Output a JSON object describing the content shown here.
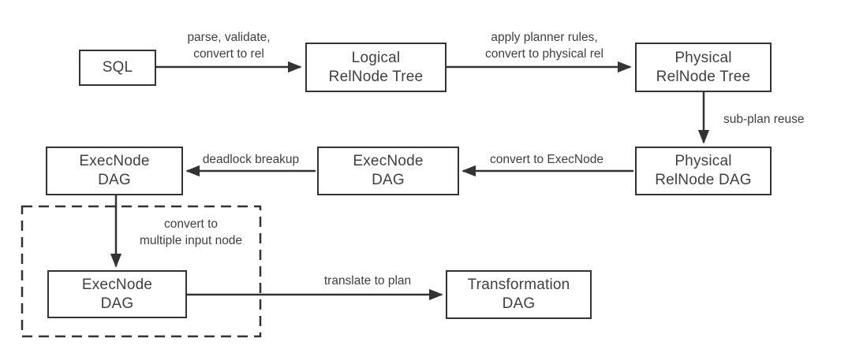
{
  "diagram": {
    "description": "SQL query planning pipeline flowchart",
    "colors": {
      "background": "#ffffff",
      "line": "#333333",
      "text": "#404040"
    },
    "nodes": {
      "sql": {
        "label": "SQL"
      },
      "logical_relnode_tree": {
        "label": "Logical\nRelNode Tree"
      },
      "physical_relnode_tree": {
        "label": "Physical\nRelNode Tree"
      },
      "physical_relnode_dag": {
        "label": "Physical\nRelNode DAG"
      },
      "execnode_dag_converted": {
        "label": "ExecNode\nDAG"
      },
      "execnode_dag_breakup": {
        "label": "ExecNode\nDAG"
      },
      "execnode_dag_multi_input": {
        "label": "ExecNode\nDAG"
      },
      "transformation_dag": {
        "label": "Transformation\nDAG"
      }
    },
    "edges": {
      "parse_validate": {
        "label": "parse, validate,\nconvert to rel"
      },
      "apply_planner_rules": {
        "label": "apply planner rules,\nconvert to physical rel"
      },
      "subplan_reuse": {
        "label": "sub-plan reuse"
      },
      "convert_to_execnode": {
        "label": "convert to ExecNode"
      },
      "deadlock_breakup": {
        "label": "deadlock breakup"
      },
      "convert_multiple_input": {
        "label": "convert to\nmultiple input node"
      },
      "translate_to_plan": {
        "label": "translate to plan"
      }
    }
  }
}
